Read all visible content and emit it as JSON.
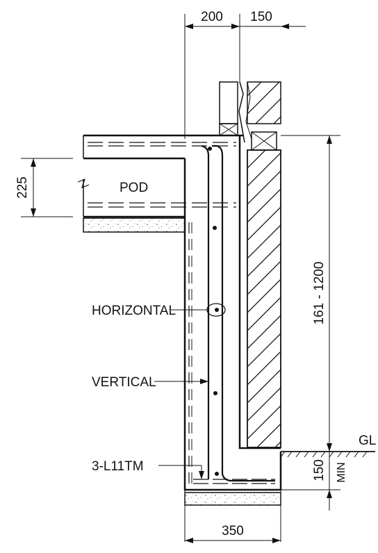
{
  "dimensions": {
    "top_left": "200",
    "top_right": "150",
    "slab_thickness": "225",
    "wall_height": "161 - 1200",
    "footing_depth": "150",
    "footing_depth_note": "MIN",
    "footing_width": "350"
  },
  "labels": {
    "pod": "POD",
    "horizontal": "HORIZONTAL",
    "vertical": "VERTICAL",
    "bottom_bars": "3-L11TM",
    "ground_level": "GL"
  }
}
